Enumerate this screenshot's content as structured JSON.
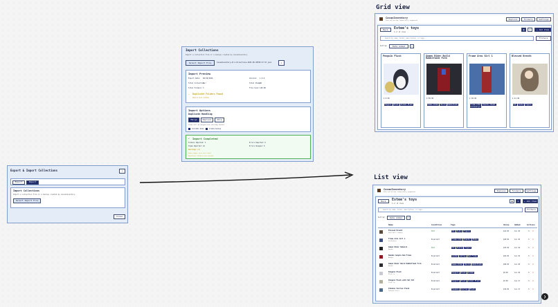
{
  "labels": {
    "grid": "Grid view",
    "list": "List view"
  },
  "small_dialog": {
    "title": "Export & Import Collections",
    "close": "×",
    "tab_export": "Export",
    "tab_import": "Import",
    "section_title": "Import Collections",
    "section_desc": "Import a collection file or a backup created by CacaoInventory.",
    "select_button": "Select Import File",
    "done": "Close"
  },
  "import_dialog": {
    "title": "Import Collections",
    "desc": "Import a collection file or a backup created by CacaoInventory.",
    "select_button": "Select Import File",
    "file_name": "CacaoInventory-All-Collections-2025-06-30T09:17:47.json",
    "preview": {
      "title": "Import Preview",
      "export_date_label": "Export Date:",
      "export_date": "06/30/2025",
      "version_label": "Version:",
      "version": "1.0.0",
      "total_collections_label": "Total Collections:",
      "total_collections": "6",
      "total_items_label": "Total Items:",
      "total_items": "42",
      "total_folders_label": "Total Folders:",
      "total_folders": "3",
      "file_size_label": "File Size:",
      "file_size": "128 KB",
      "warning": "Duplicate Folders Found",
      "warning_sub": "Mobile Suit Gundam"
    },
    "options": {
      "title": "Import Options",
      "subtitle": "Duplicate Handling",
      "buttons": [
        "Merge",
        "Replace",
        "Skip"
      ],
      "note": "Items will be merged into existing folders",
      "checkbox1": "Validate data",
      "checkbox2": "Create backup"
    },
    "completed": {
      "title": "Import Completed",
      "l1": "Folders Imported: 3",
      "r1": "Errors Imported: 0",
      "l2": "Items Imported: 42",
      "r2": "Errors Skipped: 0",
      "warnings_title": "Warnings (2)",
      "w1": "Some images were not found",
      "w2": "Duplicate folders were merged"
    }
  },
  "app": {
    "name": "CacaoInventory",
    "tagline": "Your collection, beautifully organized",
    "nav": [
      "Explore",
      "Folders",
      "Settings"
    ],
    "folder_title": "Estee's toys",
    "folder_count": "6 of 10 items",
    "back": "Back",
    "add_item": "+ Add Item",
    "search_placeholder": "Search by name, brand, description, or tags...",
    "filters": "Filters",
    "sort_label": "Sort by:",
    "sort_value": "Date Added"
  },
  "grid_cards": [
    {
      "name": "Penguin Plush",
      "tags": [
        "Penguin",
        "Plush",
        "Animal Plush"
      ],
      "price": "$ 8.99"
    },
    {
      "name": "Gamen Rider Build Rabbittank Form",
      "tags": [
        "Kamen Rider",
        "Build",
        "Rabbittank"
      ],
      "price": "$ 58.99"
    },
    {
      "name": "Frame Arms Girl 1",
      "tags": [
        "Frame Arms",
        "Plastic Model",
        "Kotobukiya"
      ],
      "price": "$ 28.99"
    },
    {
      "name": "Blessed Breath",
      "tags": [
        "PVC",
        "Scale",
        "Figure"
      ],
      "price": "$ 41.99"
    }
  ],
  "list": {
    "headers": [
      "Name",
      "Condition",
      "Tags",
      "Value",
      "Added",
      "Actions"
    ],
    "rows": [
      {
        "name": "Blessed Breath",
        "sub": "Good Smile Company",
        "cond": "Mint",
        "tags": [
          "PVC",
          "Scale",
          "Figure"
        ],
        "value": "$41.99",
        "added": "Jun 30"
      },
      {
        "name": "Frame Arms Girl 1",
        "sub": "Kotobukiya",
        "cond": "Excellent",
        "tags": [
          "Frame Arms",
          "Plastic",
          "Model"
        ],
        "value": "$28.99",
        "added": "Jun 30"
      },
      {
        "name": "Gamen Rider Nemesis",
        "sub": "Bandai",
        "cond": "Mint",
        "tags": [
          "PVC",
          "Statue",
          "Figure"
        ],
        "value": "$35.99",
        "added": "Jun 29"
      },
      {
        "name": "Bandai Gunpla Red Frame",
        "sub": "Bandai",
        "cond": "Excellent",
        "tags": [
          "Gundam",
          "Astray",
          "Red Frame"
        ],
        "value": "$26.99",
        "added": "Jun 29"
      },
      {
        "name": "Gamen Rider Build Rabbittank Form",
        "sub": "Bandai",
        "cond": "Excellent",
        "tags": [
          "Kamen Rider",
          "Build",
          "Rabbittank"
        ],
        "value": "$58.99",
        "added": "Jun 28"
      },
      {
        "name": "Penguin Plush",
        "sub": "Plush Co.",
        "cond": "Excellent",
        "tags": [
          "Penguin",
          "Plush",
          "Animal"
        ],
        "value": "$8.99",
        "added": "Jun 28"
      },
      {
        "name": "Penguin Plush with Hat Bit",
        "sub": "Plush Co.",
        "cond": "Excellent",
        "tags": [
          "Penguin",
          "Plush",
          "Animal Plush"
        ],
        "value": "$9.99",
        "added": "Jun 27"
      },
      {
        "name": "Pokemon Snorlax Plush",
        "sub": "Pokemon Center",
        "cond": "Excellent",
        "tags": [
          "Pokemon",
          "Snorlax",
          "Plush"
        ],
        "value": "$19.99",
        "added": "Jun 27"
      }
    ]
  }
}
